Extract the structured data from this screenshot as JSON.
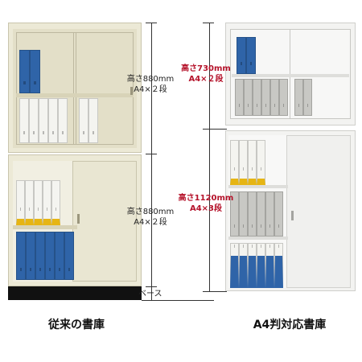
{
  "left_cabinet": {
    "upper_dim_height": "高さ880mm",
    "upper_dim_capacity": "A4×２段",
    "lower_dim_height": "高さ880mm",
    "lower_dim_capacity": "A4×２段",
    "base_label": "ベース",
    "caption": "従来の書庫",
    "colors": {
      "body": "#ece9d6",
      "base": "#111111"
    }
  },
  "right_cabinet": {
    "upper_dim_height": "高さ730mm",
    "upper_dim_capacity": "A4×２段",
    "lower_dim_height": "高さ1120mm",
    "lower_dim_capacity": "A4×3段",
    "caption": "A4判対応書庫",
    "colors": {
      "body": "#f3f3f1",
      "accent": "#b5122a"
    }
  },
  "binder_colors": {
    "blue": "#2f64a8",
    "yellow": "#e6b514",
    "white": "#f4f4f0",
    "grey": "#c8c8c4"
  }
}
